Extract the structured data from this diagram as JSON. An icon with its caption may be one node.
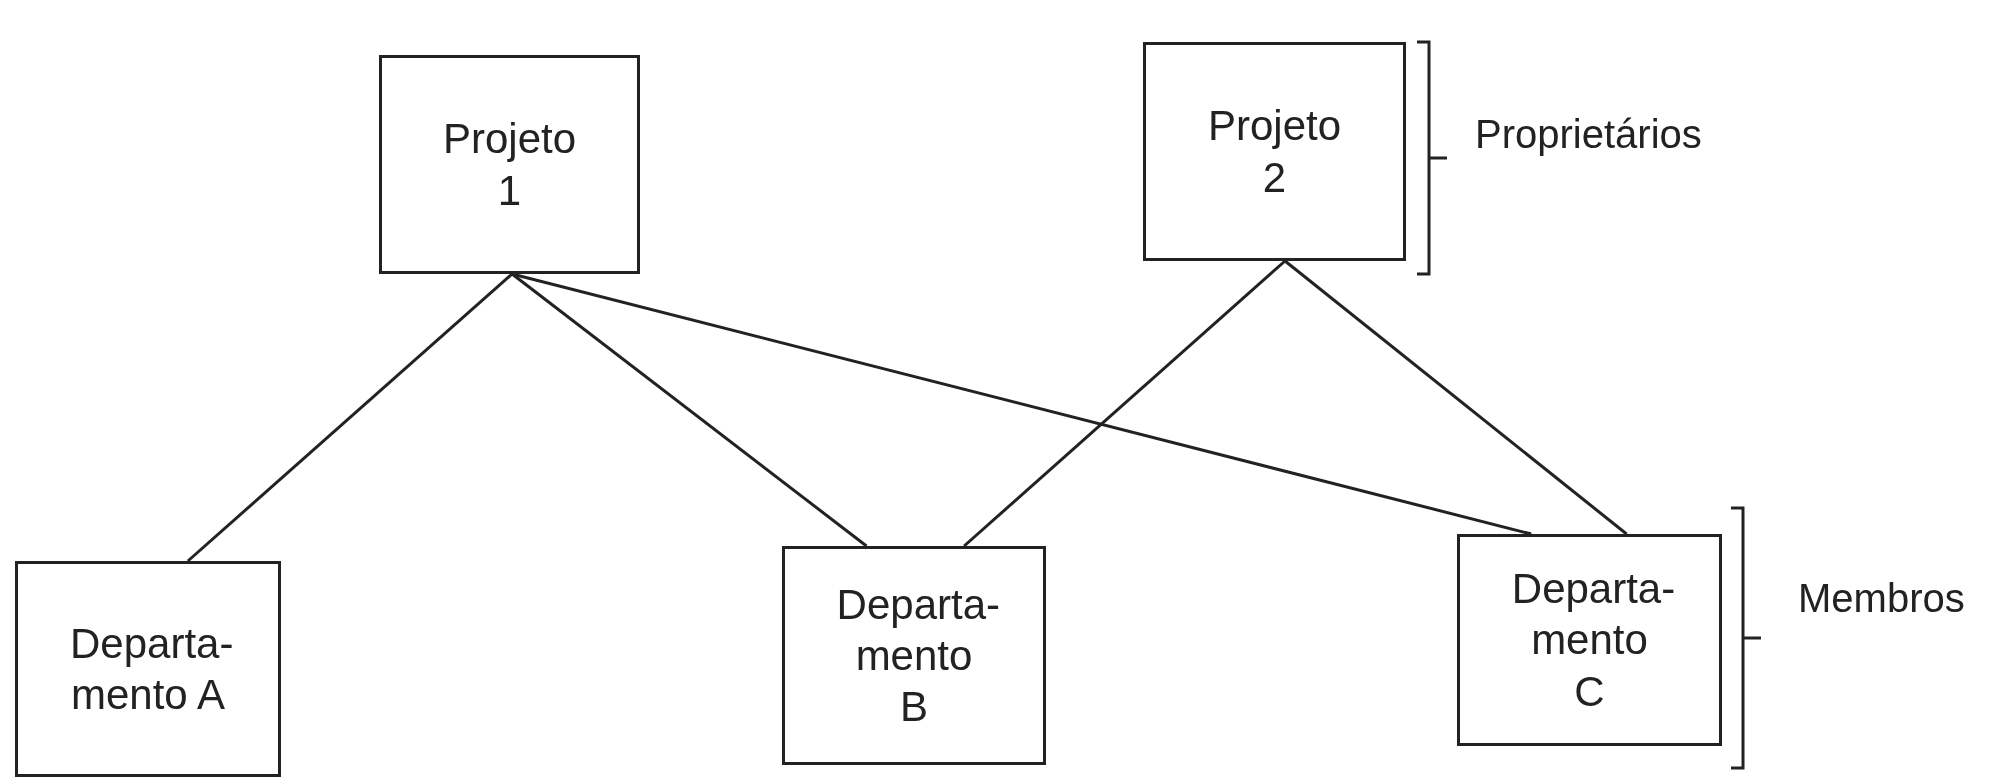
{
  "diagram": {
    "nodes": [
      {
        "text": [
          "Projeto 1"
        ]
      },
      {
        "text": [
          "Projeto 2"
        ]
      },
      {
        "text": [
          "Departa- mento A"
        ]
      },
      {
        "text": [
          "Departa- mento B"
        ]
      },
      {
        "text": [
          "Departa- mento C"
        ]
      }
    ],
    "edges": [
      {
        "from": 0,
        "to": 2,
        "arrow": "none"
      },
      {
        "from": 0,
        "to": 3,
        "arrow": "none"
      },
      {
        "from": 0,
        "to": 4,
        "arrow": "none"
      },
      {
        "from": 1,
        "to": 3,
        "arrow": "none"
      },
      {
        "from": 1,
        "to": 4,
        "arrow": "none"
      }
    ],
    "labels": [
      "Proprietários",
      "Membros"
    ]
  }
}
